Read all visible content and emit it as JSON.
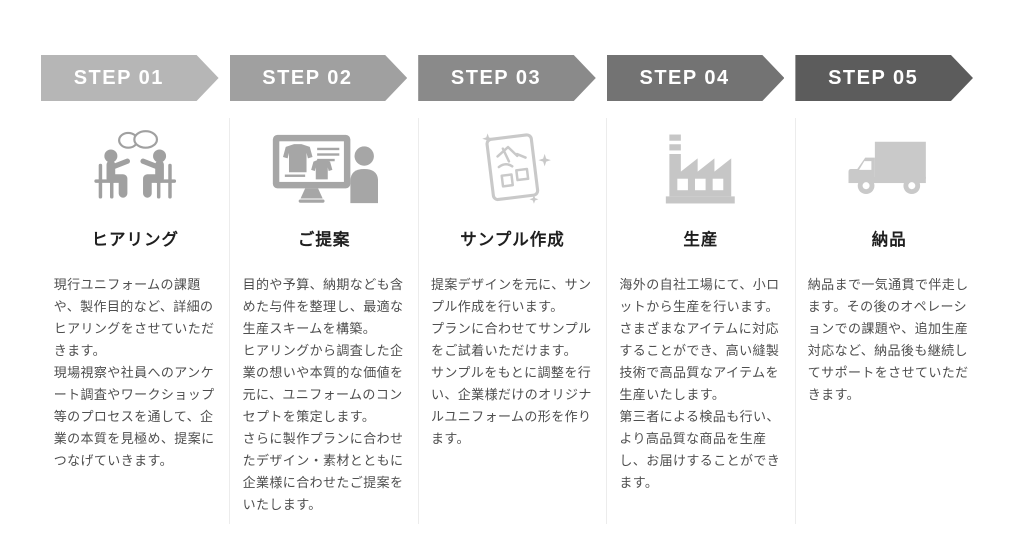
{
  "theme": {
    "background": "#ffffff",
    "divider_color": "#ececec",
    "arrow_text_color": "#ffffff",
    "title_color": "#1f1f1f",
    "body_text_color": "#4e4e4e"
  },
  "steps": [
    {
      "label": "STEP 01",
      "arrow_color": "#b6b6b6",
      "icon": "interview-people-icon",
      "icon_color": "#a0a0a0",
      "title": "ヒアリング",
      "paragraphs": [
        "現行ユニフォームの課題や、製作目的など、詳細のヒアリングをさせていただきます。",
        "現場視察や社員へのアンケート調査やワークショップ等のプロセスを通して、企業の本質を見極め、提案につなげていきます。"
      ]
    },
    {
      "label": "STEP 02",
      "arrow_color": "#a0a0a0",
      "icon": "proposal-monitor-icon",
      "icon_color": "#a6a6a6",
      "title": "ご提案",
      "paragraphs": [
        "目的や予算、納期なども含めた与件を整理し、最適な生産スキームを構築。",
        "ヒアリングから調査した企業の想いや本質的な価値を元に、ユニフォームのコンセプトを策定します。",
        "さらに製作プランに合わせたデザイン・素材とともに企業様に合わせたご提案をいたします。"
      ]
    },
    {
      "label": "STEP 03",
      "arrow_color": "#8a8a8a",
      "icon": "sample-sketch-icon",
      "icon_color": "#c9c9c9",
      "title": "サンプル作成",
      "paragraphs": [
        "提案デザインを元に、サンプル作成を行います。",
        "プランに合わせてサンプルをご試着いただけます。",
        "サンプルをもとに調整を行い、企業様だけのオリジナルユニフォームの形を作ります。"
      ]
    },
    {
      "label": "STEP 04",
      "arrow_color": "#737373",
      "icon": "factory-icon",
      "icon_color": "#c6c6c6",
      "title": "生産",
      "paragraphs": [
        "海外の自社工場にて、小ロットから生産を行います。",
        "さまざまなアイテムに対応することができ、高い縫製技術で高品質なアイテムを生産いたします。",
        "第三者による検品も行い、より高品質な商品を生産し、お届けすることができます。"
      ]
    },
    {
      "label": "STEP 05",
      "arrow_color": "#5c5c5c",
      "icon": "delivery-truck-icon",
      "icon_color": "#c9c9c9",
      "title": "納品",
      "paragraphs": [
        "納品まで一気通貫で伴走します。その後のオペレーションでの課題や、追加生産対応など、納品後も継続してサポートをさせていただきます。"
      ]
    }
  ]
}
